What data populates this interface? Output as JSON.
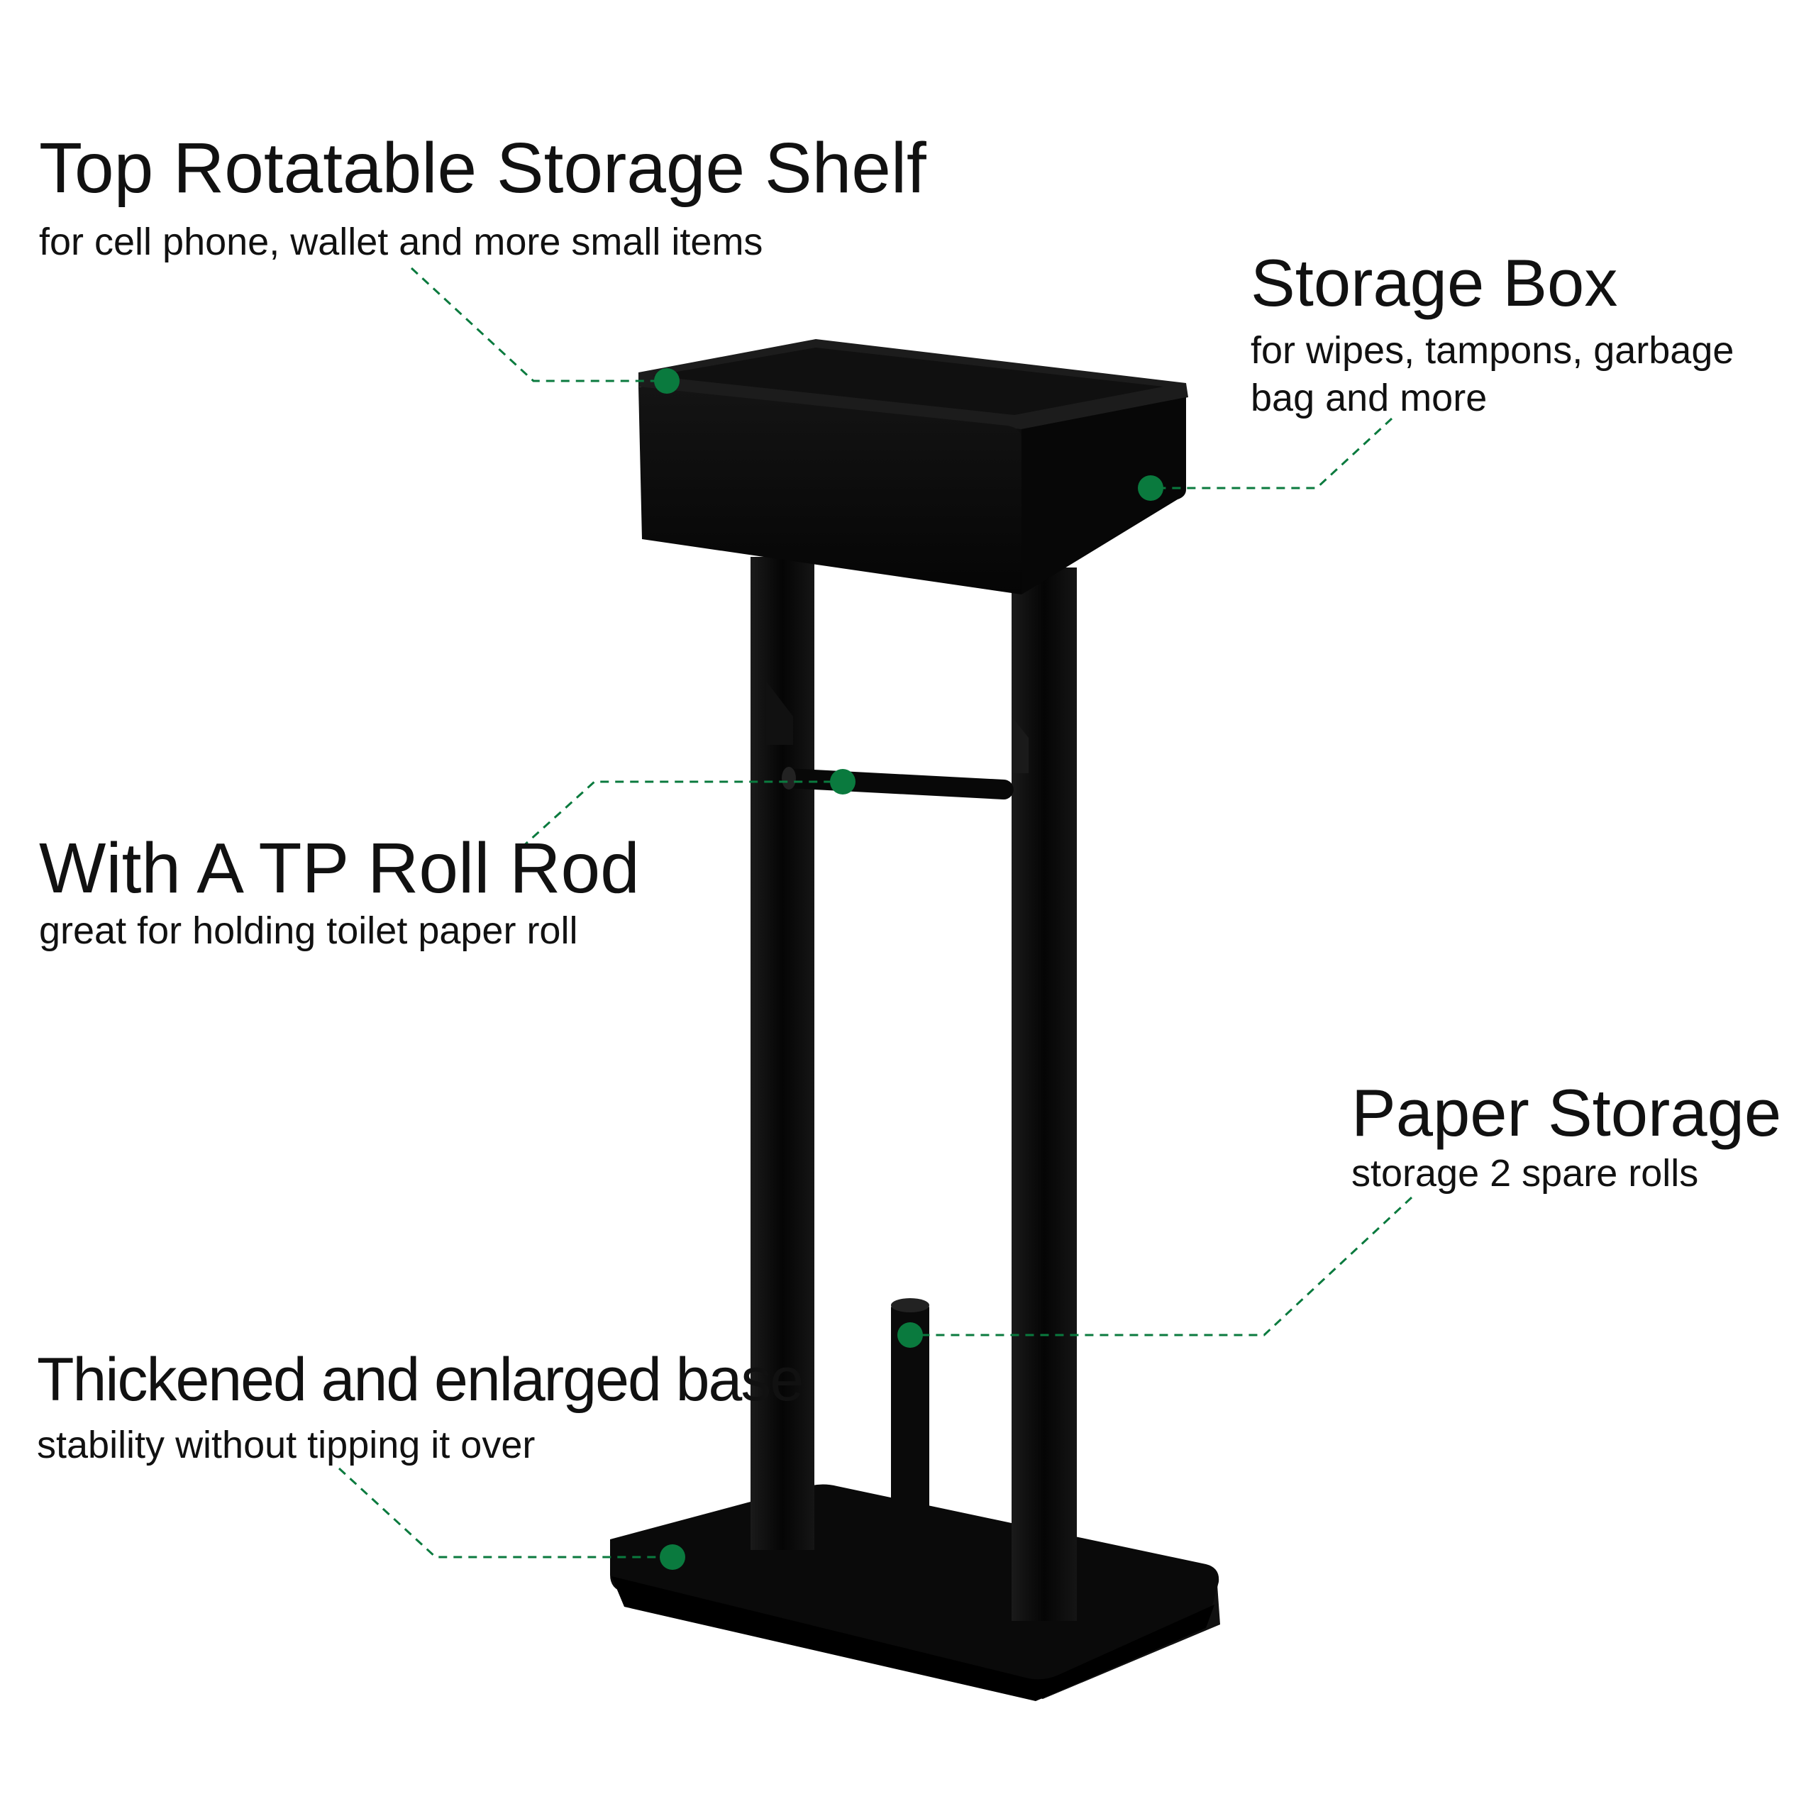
{
  "callouts": {
    "shelf": {
      "title": "Top Rotatable Storage Shelf",
      "subtitle": "for cell phone, wallet and more small items"
    },
    "box": {
      "title": "Storage Box",
      "subtitle": "for wipes, tampons, garbage bag and more"
    },
    "rod": {
      "title": "With A TP Roll Rod",
      "subtitle": "great for holding toilet paper roll"
    },
    "paper": {
      "title": "Paper Storage",
      "subtitle": "storage 2 spare rolls"
    },
    "base": {
      "title": "Thickened and enlarged base",
      "subtitle": "stability without tipping it over"
    }
  },
  "colors": {
    "accent": "#0a7a3e",
    "product": "#0b0b0b",
    "text": "#111111"
  },
  "icons": [
    "marker-dot-icon"
  ]
}
